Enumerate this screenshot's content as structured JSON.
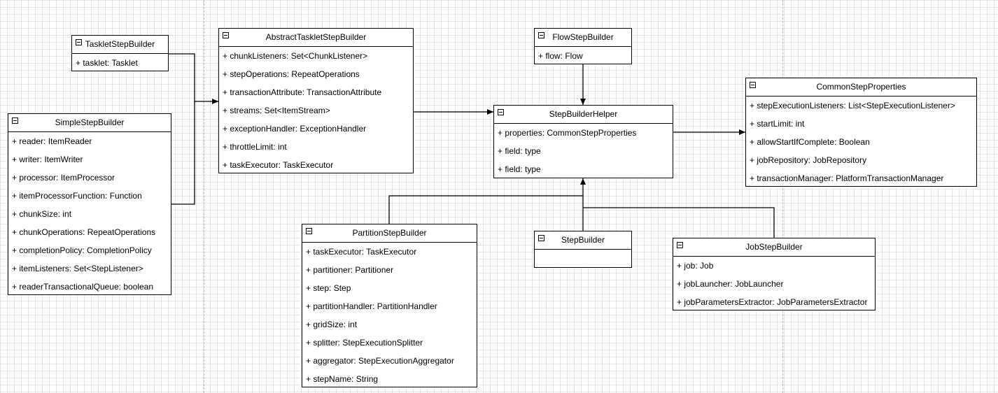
{
  "classes": {
    "tasklet_step_builder": {
      "name": "TaskletStepBuilder",
      "attributes": [
        "+ tasklet: Tasklet"
      ]
    },
    "simple_step_builder": {
      "name": "SimpleStepBuilder",
      "attributes": [
        "+ reader: ItemReader",
        "+ writer: ItemWriter",
        "+ processor: ItemProcessor",
        "+ itemProcessorFunction: Function",
        "+ chunkSize: int",
        "+ chunkOperations: RepeatOperations",
        "+ completionPolicy: CompletionPolicy",
        "+ itemListeners: Set<StepListener>",
        "+ readerTransactionalQueue: boolean"
      ]
    },
    "abstract_tasklet_step_builder": {
      "name": "AbstractTaskletStepBuilder",
      "attributes": [
        "+ chunkListeners: Set<ChunkListener>",
        "+ stepOperations: RepeatOperations",
        "+ transactionAttribute: TransactionAttribute",
        "+ streams: Set<ItemStream>",
        "+ exceptionHandler: ExceptionHandler",
        "+ throttleLimit: int",
        "+ taskExecutor: TaskExecutor"
      ]
    },
    "flow_step_builder": {
      "name": "FlowStepBuilder",
      "attributes": [
        "+ flow: Flow"
      ]
    },
    "step_builder_helper": {
      "name": "StepBuilderHelper",
      "attributes": [
        "+ properties: CommonStepProperties",
        "+ field: type",
        "+ field: type"
      ]
    },
    "common_step_properties": {
      "name": "CommonStepProperties",
      "attributes": [
        "+ stepExecutionListeners: List<StepExecutionListener>",
        "+ startLimit: int",
        "+ allowStartIfComplete: Boolean",
        "+ jobRepository: JobRepository",
        "+ transactionManager: PlatformTransactionManager"
      ]
    },
    "partition_step_builder": {
      "name": "PartitionStepBuilder",
      "attributes": [
        "+ taskExecutor: TaskExecutor",
        "+ partitioner: Partitioner",
        "+ step: Step",
        "+ partitionHandler: PartitionHandler",
        "+ gridSize: int",
        "+ splitter: StepExecutionSplitter",
        "+ aggregator: StepExecutionAggregator",
        "+ stepName: String"
      ]
    },
    "step_builder": {
      "name": "StepBuilder",
      "attributes": []
    },
    "job_step_builder": {
      "name": "JobStepBuilder",
      "attributes": [
        "+ job: Job",
        "+ jobLauncher: JobLauncher",
        "+ jobParametersExtractor: JobParametersExtractor"
      ]
    }
  }
}
